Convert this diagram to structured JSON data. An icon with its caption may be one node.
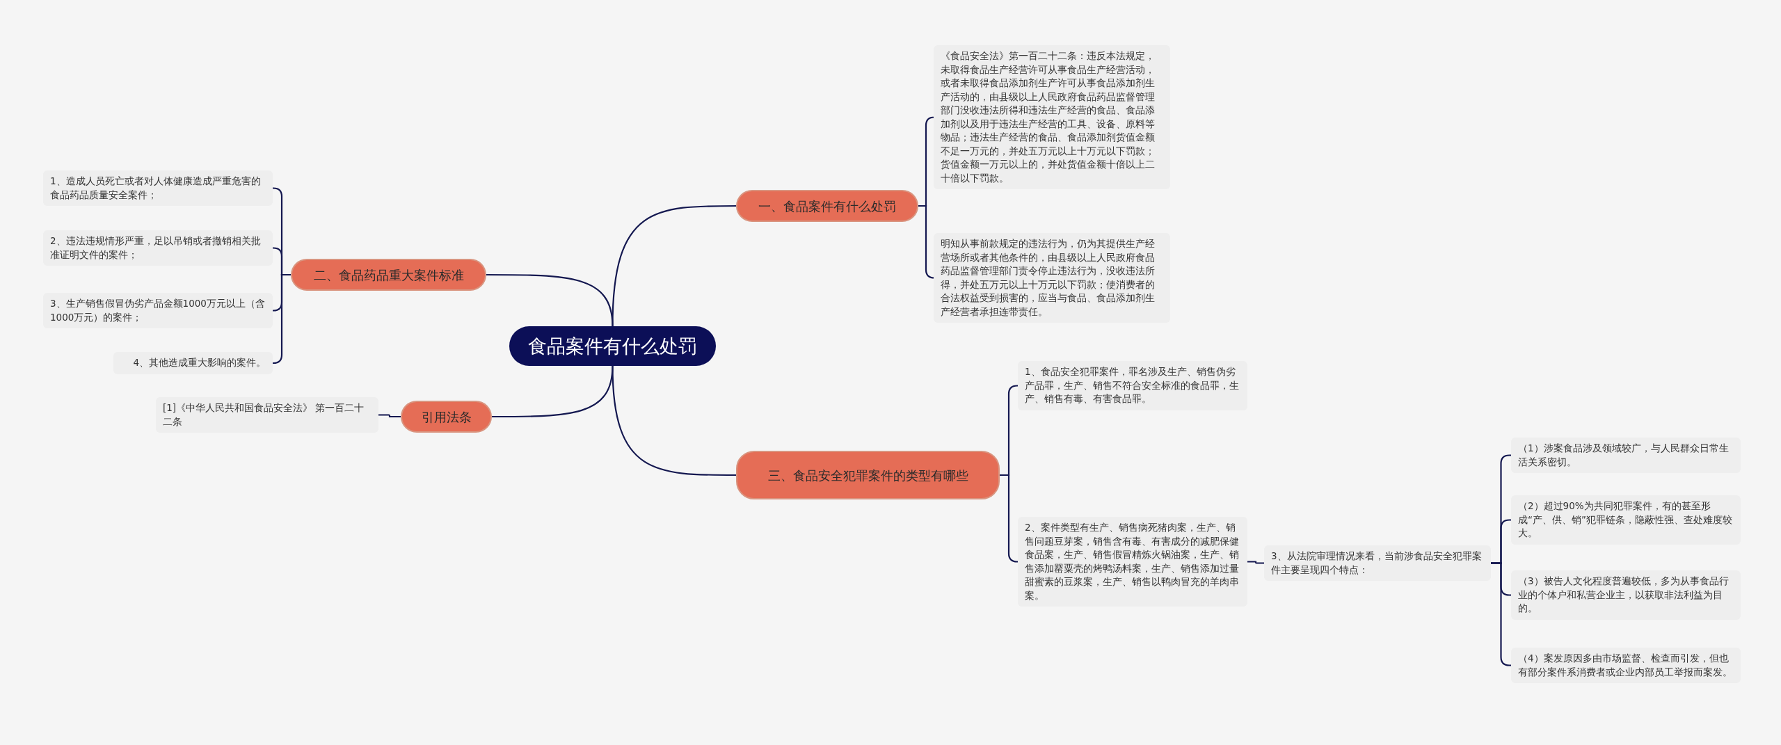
{
  "diagram": {
    "nodes": [
      {
        "text": [
          "食品案件有什么处罚"
        ]
      },
      {
        "text": [
          "一、食品案件有什么处罚"
        ]
      },
      {
        "text": [
          "《食品安全法》第一百二十二条：违反本法规定，未取得食品生产经营许可从事食品生产经营活动，或者未取得食品添加剂生产许可从事食品添加剂生产活动的，由县级以上人民政府食品药品监督管理部门没收违法所得和违法生产经营的食品、食品添加剂以及用于违法生产经营的工具、设备、原料等物品；违法生产经营的食品、食品添加剂货值金额不足一万元的，并处五万元以上十万元以下罚款；货值金额一万元以上的，并处货值金额十倍以上二十倍以下罚款。"
        ]
      },
      {
        "text": [
          "明知从事前款规定的违法行为，仍为其提供生产经营场所或者其他条件的，由县级以上人民政府食品药品监督管理部门责令停止违法行为，没收违法所得，并处五万元以上十万元以下罚款；使消费者的合法权益受到损害的，应当与食品、食品添加剂生产经营者承担连带责任。"
        ]
      },
      {
        "text": [
          "二、食品药品重大案件标准"
        ]
      },
      {
        "text": [
          "1、造成人员死亡或者对人体健康造成严重危害的食品药品质量安全案件；"
        ]
      },
      {
        "text": [
          "2、违法违规情形严重，足以吊销或者撤销相关批准证明文件的案件；"
        ]
      },
      {
        "text": [
          "3、生产销售假冒伪劣产品金额1000万元以上（含1000万元）的案件；"
        ]
      },
      {
        "text": [
          "4、其他造成重大影响的案件。"
        ]
      },
      {
        "text": [
          "引用法条"
        ]
      },
      {
        "text": [
          "[1]《中华人民共和国食品安全法》 第一百二十二条"
        ]
      },
      {
        "text": [
          "三、食品安全犯罪案件的类型有哪些"
        ]
      },
      {
        "text": [
          "1、食品安全犯罪案件，罪名涉及生产、销售伪劣产品罪，生产、销售不符合安全标准的食品罪，生产、销售有毒、有害食品罪。"
        ]
      },
      {
        "text": [
          "2、案件类型有生产、销售病死猪肉案，生产、销售问题豆芽案，销售含有毒、有害成分的减肥保健食品案，生产、销售假冒精炼火锅油案，生产、销售添加罂粟壳的烤鸭汤料案，生产、销售添加过量甜蜜素的豆浆案，生产、销售以鸭肉冒充的羊肉串案。"
        ]
      },
      {
        "text": [
          "3、从法院审理情况来看，当前涉食品安全犯罪案件主要呈现四个特点："
        ]
      },
      {
        "text": [
          "（1）涉案食品涉及领域较广，与人民群众日常生活关系密切。"
        ]
      },
      {
        "text": [
          "（2）超过90%为共同犯罪案件，有的甚至形成“产、供、销”犯罪链条，隐蔽性强、查处难度较大。"
        ]
      },
      {
        "text": [
          "（3）被告人文化程度普遍较低，多为从事食品行业的个体户和私营企业主，以获取非法利益为目的。"
        ]
      },
      {
        "text": [
          "（4）案发原因多由市场监督、检查而引发，但也有部分案件系消费者或企业内部员工举报而案发。"
        ]
      }
    ],
    "edges": [
      {
        "from": 0,
        "to": 1,
        "arrow": "none"
      },
      {
        "from": 1,
        "to": 2,
        "arrow": "none"
      },
      {
        "from": 1,
        "to": 3,
        "arrow": "none"
      },
      {
        "from": 0,
        "to": 4,
        "arrow": "none"
      },
      {
        "from": 4,
        "to": 5,
        "arrow": "none"
      },
      {
        "from": 4,
        "to": 6,
        "arrow": "none"
      },
      {
        "from": 4,
        "to": 7,
        "arrow": "none"
      },
      {
        "from": 4,
        "to": 8,
        "arrow": "none"
      },
      {
        "from": 0,
        "to": 9,
        "arrow": "none"
      },
      {
        "from": 9,
        "to": 10,
        "arrow": "none"
      },
      {
        "from": 0,
        "to": 11,
        "arrow": "none"
      },
      {
        "from": 11,
        "to": 12,
        "arrow": "none"
      },
      {
        "from": 11,
        "to": 13,
        "arrow": "none"
      },
      {
        "from": 13,
        "to": 14,
        "arrow": "none"
      },
      {
        "from": 14,
        "to": 15,
        "arrow": "none"
      },
      {
        "from": 14,
        "to": 16,
        "arrow": "none"
      },
      {
        "from": 14,
        "to": 17,
        "arrow": "none"
      },
      {
        "from": 14,
        "to": 18,
        "arrow": "none"
      }
    ]
  }
}
